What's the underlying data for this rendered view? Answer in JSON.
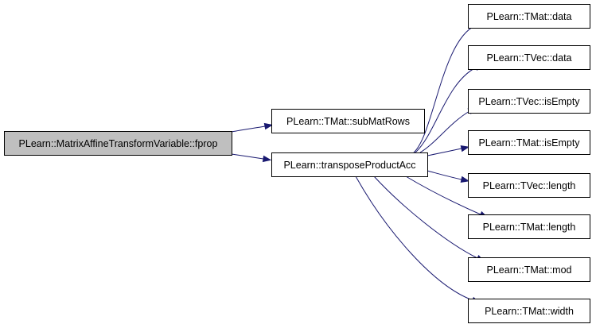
{
  "graph": {
    "type": "call-graph",
    "colors": {
      "root_fill": "#bfbfbf",
      "node_fill": "#ffffff",
      "node_border": "#000000",
      "edge": "#191970"
    },
    "nodes": [
      {
        "id": "fprop",
        "label": "PLearn::MatrixAffineTransformVariable::fprop",
        "root": true
      },
      {
        "id": "subMatRows",
        "label": "PLearn::TMat::subMatRows"
      },
      {
        "id": "transposeProductAcc",
        "label": "PLearn::transposeProductAcc"
      },
      {
        "id": "tmat_data",
        "label": "PLearn::TMat::data"
      },
      {
        "id": "tvec_data",
        "label": "PLearn::TVec::data"
      },
      {
        "id": "tvec_isEmpty",
        "label": "PLearn::TVec::isEmpty"
      },
      {
        "id": "tmat_isEmpty",
        "label": "PLearn::TMat::isEmpty"
      },
      {
        "id": "tvec_length",
        "label": "PLearn::TVec::length"
      },
      {
        "id": "tmat_length",
        "label": "PLearn::TMat::length"
      },
      {
        "id": "tmat_mod",
        "label": "PLearn::TMat::mod"
      },
      {
        "id": "tmat_width",
        "label": "PLearn::TMat::width"
      }
    ],
    "edges": [
      {
        "from": "fprop",
        "to": "subMatRows"
      },
      {
        "from": "fprop",
        "to": "transposeProductAcc"
      },
      {
        "from": "transposeProductAcc",
        "to": "tmat_data"
      },
      {
        "from": "transposeProductAcc",
        "to": "tvec_data"
      },
      {
        "from": "transposeProductAcc",
        "to": "tvec_isEmpty"
      },
      {
        "from": "transposeProductAcc",
        "to": "tmat_isEmpty"
      },
      {
        "from": "transposeProductAcc",
        "to": "tvec_length"
      },
      {
        "from": "transposeProductAcc",
        "to": "tmat_length"
      },
      {
        "from": "transposeProductAcc",
        "to": "tmat_mod"
      },
      {
        "from": "transposeProductAcc",
        "to": "tmat_width"
      }
    ]
  }
}
